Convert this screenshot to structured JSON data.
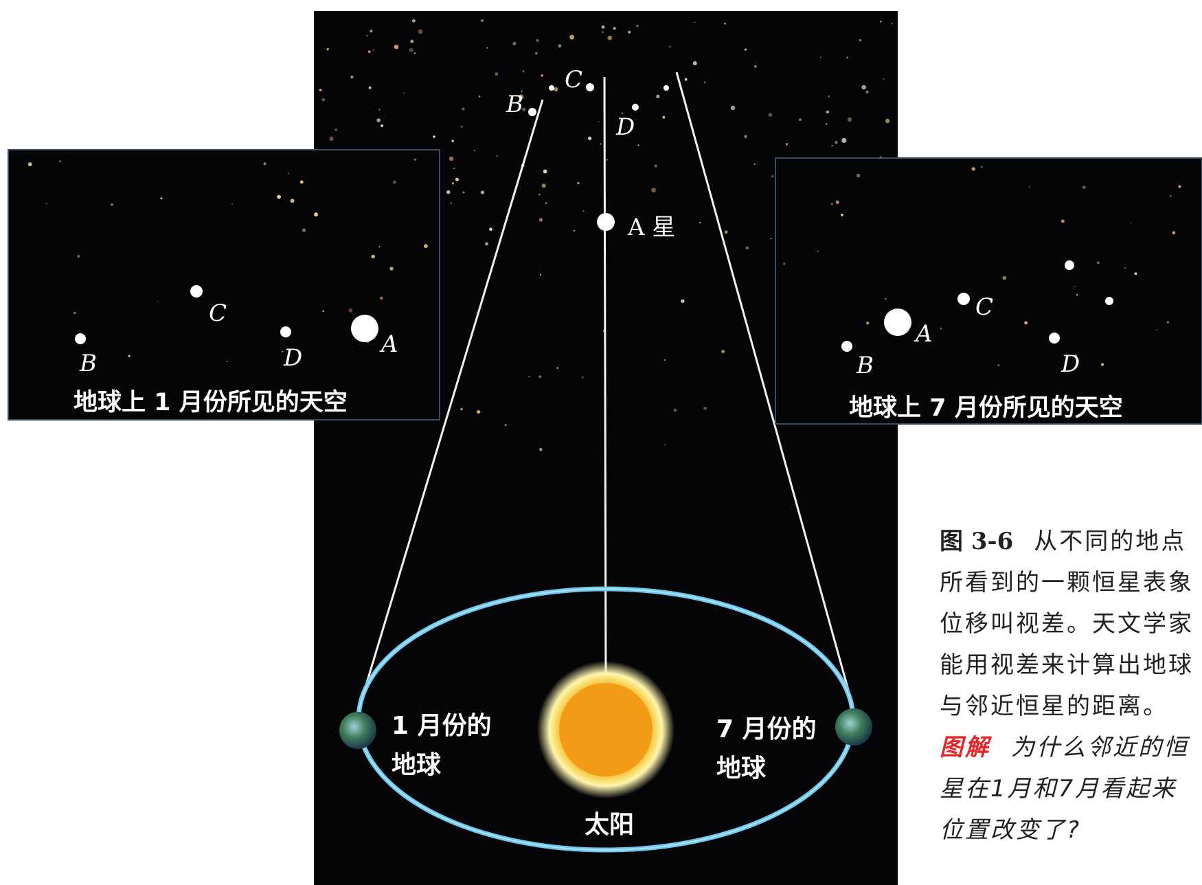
{
  "diagram": {
    "top_star_labels": [
      "B",
      "C",
      "D"
    ],
    "star_a_label": "A 星",
    "panel_jan": {
      "caption": "地球上 1 月份所见的天空",
      "star_labels": [
        "A",
        "B",
        "C",
        "D"
      ]
    },
    "panel_jul": {
      "caption": "地球上 7 月份所见的天空",
      "star_labels": [
        "A",
        "B",
        "C",
        "D"
      ]
    },
    "earth_jan_label": [
      "1 月份的",
      "地球"
    ],
    "earth_jul_label": [
      "7 月份的",
      "地球"
    ],
    "sun_label": "太阳",
    "colors": {
      "sky": "#050508",
      "orbit": "#6ec8ee",
      "sun": "#f39a16",
      "lines": "#f2f2f2"
    }
  },
  "caption": {
    "figure_number": "图 3-6",
    "text": "从不同的地点所看到的一颗恒星表象位移叫视差。天文学家能用视差来计算出地球与邻近恒星的距离。",
    "question_label": "图解",
    "question": "为什么邻近的恒星在1月和7月看起来位置改变了?"
  }
}
